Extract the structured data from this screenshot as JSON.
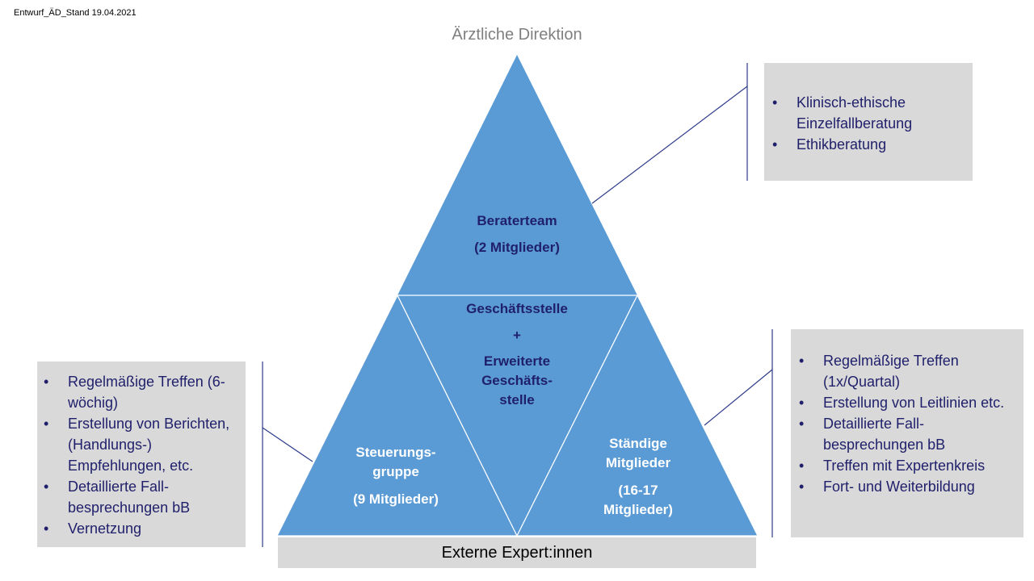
{
  "draft_label": "Entwurf_ÄD_Stand  19.04.2021",
  "title": "Ärztliche Direktion",
  "triangles": {
    "top": {
      "line1": "Beraterteam",
      "line2": "(2 Mitglieder)"
    },
    "center": {
      "line1": "Geschäftsstelle",
      "plus": "+",
      "line2": "Erweiterte",
      "line3": "Geschäfts-",
      "line4": "stelle"
    },
    "left": {
      "line1": "Steuerungs-",
      "line2": "gruppe",
      "line3": "(9 Mitglieder)"
    },
    "right": {
      "line1": "Ständige",
      "line2": "Mitglieder",
      "line3": "(16-17",
      "line4": "Mitglieder)"
    }
  },
  "boxes": {
    "top_right": {
      "items": [
        "Klinisch-ethische Einzelfallberatung",
        "Ethikberatung"
      ]
    },
    "left": {
      "items": [
        "Regelmäßige Treffen (6-wöchig)",
        "Erstellung von Berichten, (Handlungs-) Empfehlungen, etc.",
        "Detaillierte Fall-besprechungen bB",
        "Vernetzung"
      ]
    },
    "right": {
      "items": [
        "Regelmäßige Treffen (1x/Quartal)",
        "Erstellung von Leitlinien etc.",
        "Detaillierte Fall-besprechungen bB",
        "Treffen mit Expertenkreis",
        "Fort- und Weiterbildung"
      ]
    }
  },
  "base_label": "Externe Expert:innen",
  "colors": {
    "triangle_fill": "#5b9bd5",
    "box_fill": "#d9d9d9",
    "navy": "#1f1f6b",
    "connector": "#2e3b8a"
  }
}
